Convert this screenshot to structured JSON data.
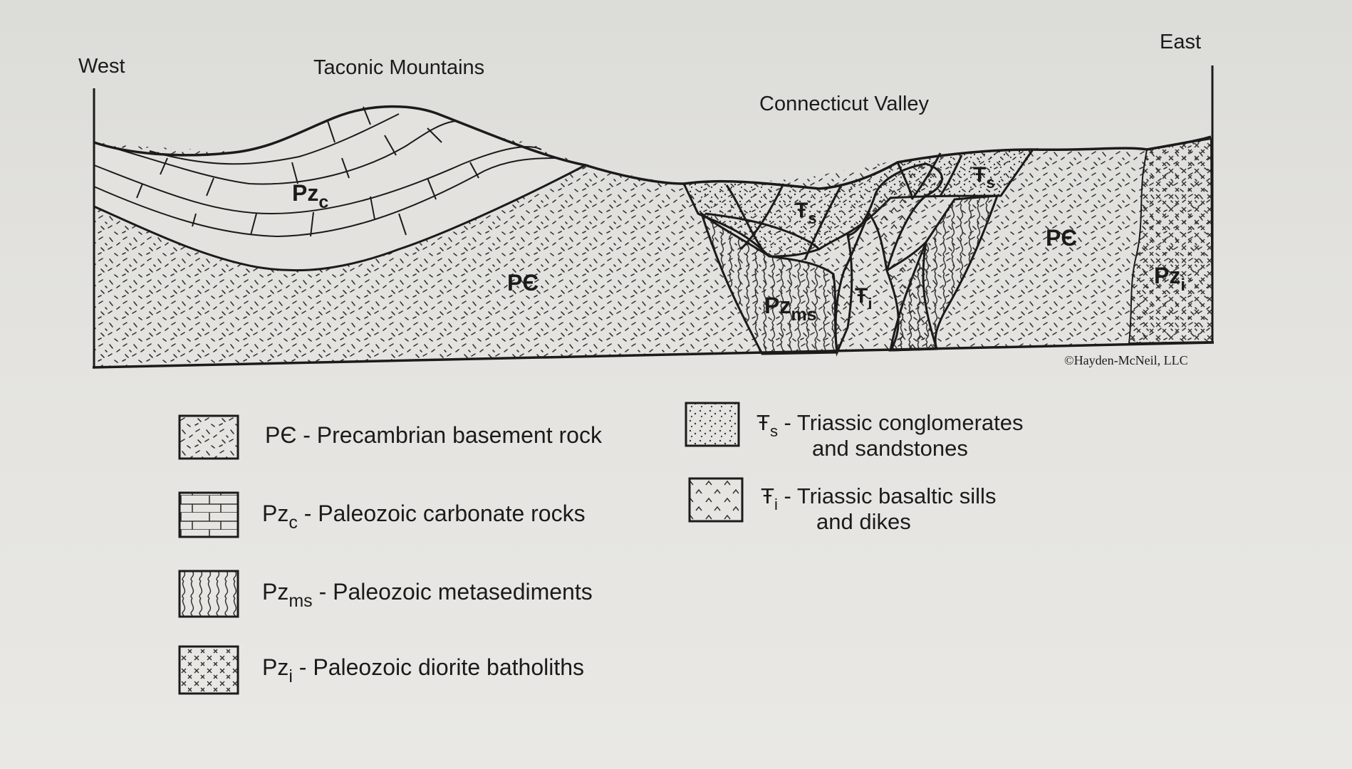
{
  "diagram": {
    "direction_west": "West",
    "direction_east": "East",
    "place_taconic": "Taconic Mountains",
    "place_valley": "Connecticut Valley",
    "copyright": "©Hayden-McNeil, LLC",
    "units_in_section": {
      "pzc": {
        "base": "Pz",
        "sub": "c"
      },
      "pc_west": "PЄ",
      "pc_east": "PЄ",
      "pzms": {
        "base": "Pz",
        "sub": "ms"
      },
      "tri_s_1": {
        "base": "Ŧ",
        "sub": "s"
      },
      "tri_s_2": {
        "base": "Ŧ",
        "sub": "s"
      },
      "tri_i": {
        "base": "Ŧ",
        "sub": "i"
      },
      "pzi": {
        "base": "Pz",
        "sub": "i"
      }
    }
  },
  "legend": [
    {
      "pattern": "precambrian",
      "symbol": "PЄ",
      "sub": "",
      "line1": " - Precambrian basement rock",
      "line2": ""
    },
    {
      "pattern": "carbonate",
      "symbol": "Pz",
      "sub": "c",
      "line1": " - Paleozoic carbonate rocks",
      "line2": ""
    },
    {
      "pattern": "metasediment",
      "symbol": "Pz",
      "sub": "ms",
      "line1": " - Paleozoic metasediments",
      "line2": ""
    },
    {
      "pattern": "diorite",
      "symbol": "Pz",
      "sub": "i",
      "line1": " - Paleozoic diorite batholiths",
      "line2": ""
    },
    {
      "pattern": "sandstone",
      "symbol": "Ŧ",
      "sub": "s",
      "line1": " - Triassic conglomerates",
      "line2": "and sandstones"
    },
    {
      "pattern": "basalt",
      "symbol": "Ŧ",
      "sub": "i",
      "line1": " - Triassic basaltic sills",
      "line2": "and dikes"
    }
  ]
}
